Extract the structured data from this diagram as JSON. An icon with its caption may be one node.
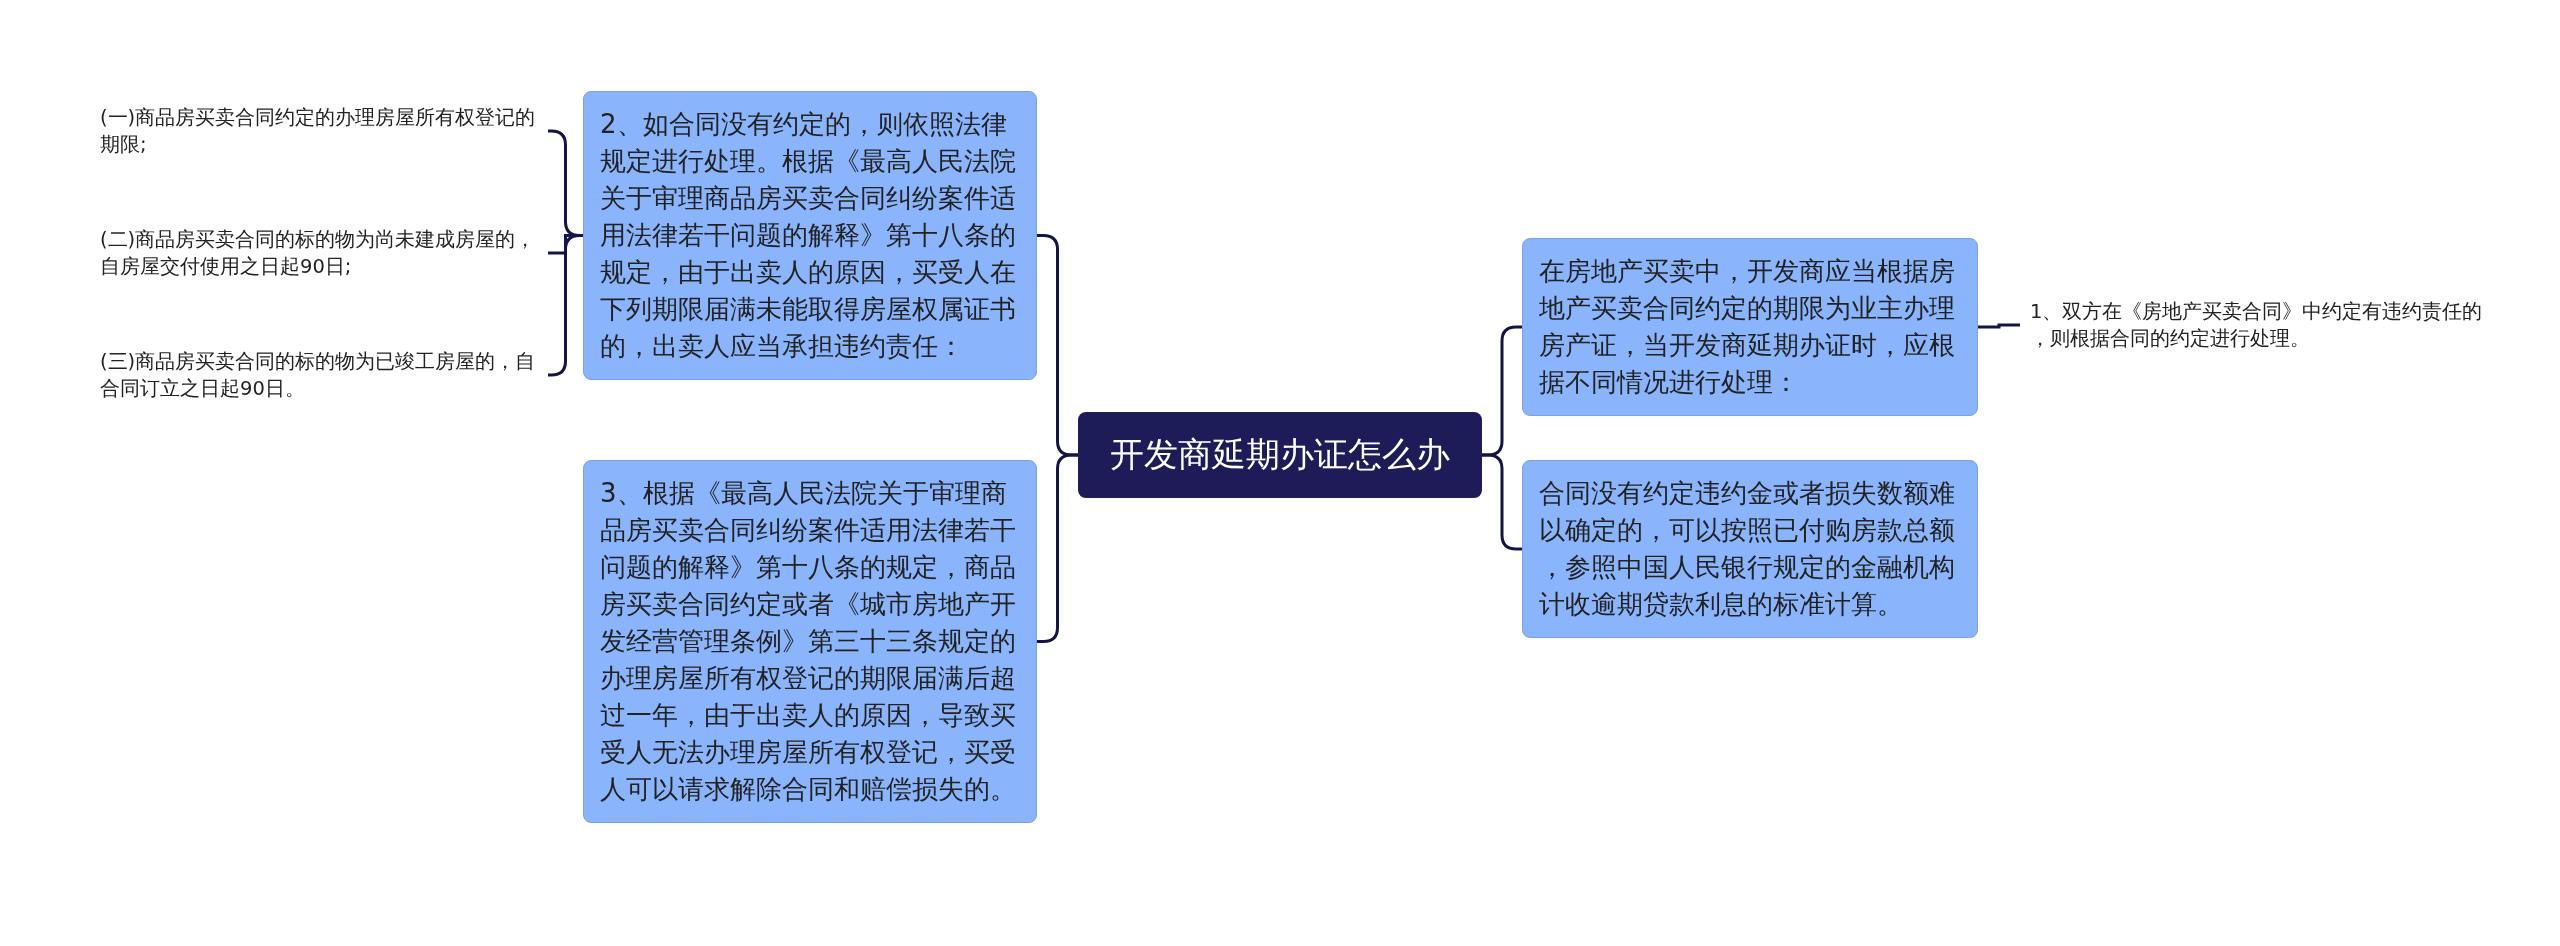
{
  "diagram": {
    "nodes": [
      {
        "text": [
          "开发商延期办证怎么办"
        ]
      },
      {
        "text": [
          "2、如合同没有约定的，则依照法律规定进行处理。根据《最高人民法院关于审理商品房买卖合同纠纷案件适用法律若干问题的解释》第十八条的规定，由于出卖人的原因，买受人在下列期限届满未能取得房屋权属证书的，出卖人应当承担违约责任："
        ]
      },
      {
        "text": [
          "(一)商品房买卖合同约定的办理房屋所有权登记的期限;"
        ]
      },
      {
        "text": [
          "(二)商品房买卖合同的标的物为尚未建成房屋的，自房屋交付使用之日起90日;"
        ]
      },
      {
        "text": [
          "(三)商品房买卖合同的标的物为已竣工房屋的，自合同订立之日起90日。"
        ]
      },
      {
        "text": [
          "3、根据《最高人民法院关于审理商品房买卖合同纠纷案件适用法律若干问题的解释》第十八条的规定，商品房买卖合同约定或者《城市房地产开发经营管理条例》第三十三条规定的办理房屋所有权登记的期限届满后超过一年，由于出卖人的原因，导致买受人无法办理房屋所有权登记，买受人可以请求解除合同和赔偿损失的。"
        ]
      },
      {
        "text": [
          "在房地产买卖中，开发商应当根据房地产买卖合同约定的期限为业主办理房产证，当开发商延期办证时，应根据不同情况进行处理："
        ]
      },
      {
        "text": [
          "1、双方在《房地产买卖合同》中约定有违约责任的，则根据合同的约定进行处理。"
        ]
      },
      {
        "text": [
          "合同没有约定违约金或者损失数额难以确定的，可以按照已付购房款总额，参照中国人民银行规定的金融机构计收逾期贷款利息的标准计算。"
        ]
      }
    ],
    "edges": [
      {
        "from": 0,
        "to": 1,
        "arrow": "none"
      },
      {
        "from": 1,
        "to": 2,
        "arrow": "none"
      },
      {
        "from": 1,
        "to": 3,
        "arrow": "none"
      },
      {
        "from": 1,
        "to": 4,
        "arrow": "none"
      },
      {
        "from": 0,
        "to": 5,
        "arrow": "none"
      },
      {
        "from": 0,
        "to": 6,
        "arrow": "none"
      },
      {
        "from": 6,
        "to": 7,
        "arrow": "none"
      },
      {
        "from": 0,
        "to": 8,
        "arrow": "none"
      }
    ]
  }
}
